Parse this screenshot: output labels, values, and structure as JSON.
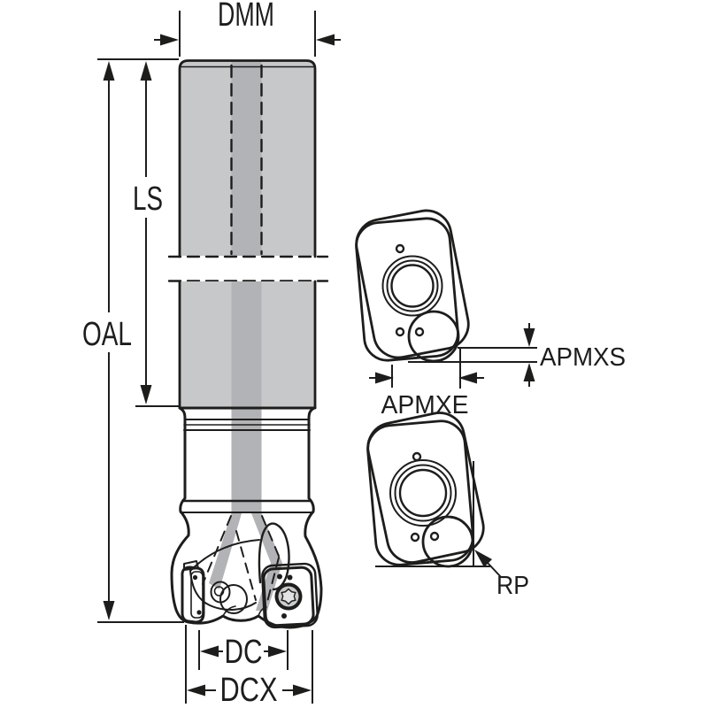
{
  "diagram": {
    "type": "technical-dimension-drawing",
    "subject": "end mill cutter with indexable inserts",
    "labels": {
      "dmm": "DMM",
      "ls": "LS",
      "oal": "OAL",
      "dc": "DC",
      "dcx": "DCX",
      "apmxs": "APMXS",
      "apmxe": "APMXE",
      "rp": "RP"
    },
    "colors": {
      "background": "#ffffff",
      "outline": "#1d1d1b",
      "body_gray": "#c7c8ca",
      "shading_gray": "#b2b3b6",
      "insert_yellow": "#f8df00",
      "screw_gray": "#caccce",
      "dimension_black": "#1d1d1b"
    }
  }
}
